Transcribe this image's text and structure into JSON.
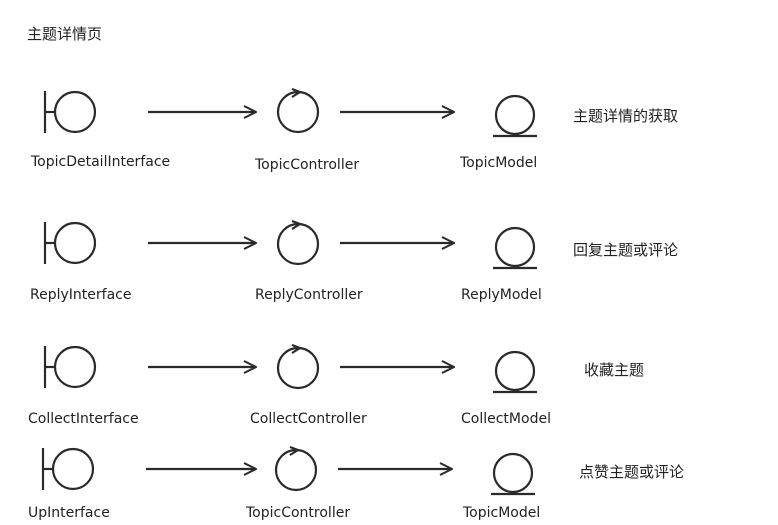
{
  "title": "主题详情页",
  "rows": [
    {
      "boundary": "TopicDetailInterface",
      "controller": "TopicController",
      "entity": "TopicModel",
      "description": "主题详情的获取"
    },
    {
      "boundary": "ReplyInterface",
      "controller": "ReplyController",
      "entity": "ReplyModel",
      "description": "回复主题或评论"
    },
    {
      "boundary": "CollectInterface",
      "controller": "CollectController",
      "entity": "CollectModel",
      "description": "收藏主题"
    },
    {
      "boundary": "UpInterface",
      "controller": "TopicController",
      "entity": "TopicModel",
      "description": "点赞主题或评论"
    }
  ]
}
